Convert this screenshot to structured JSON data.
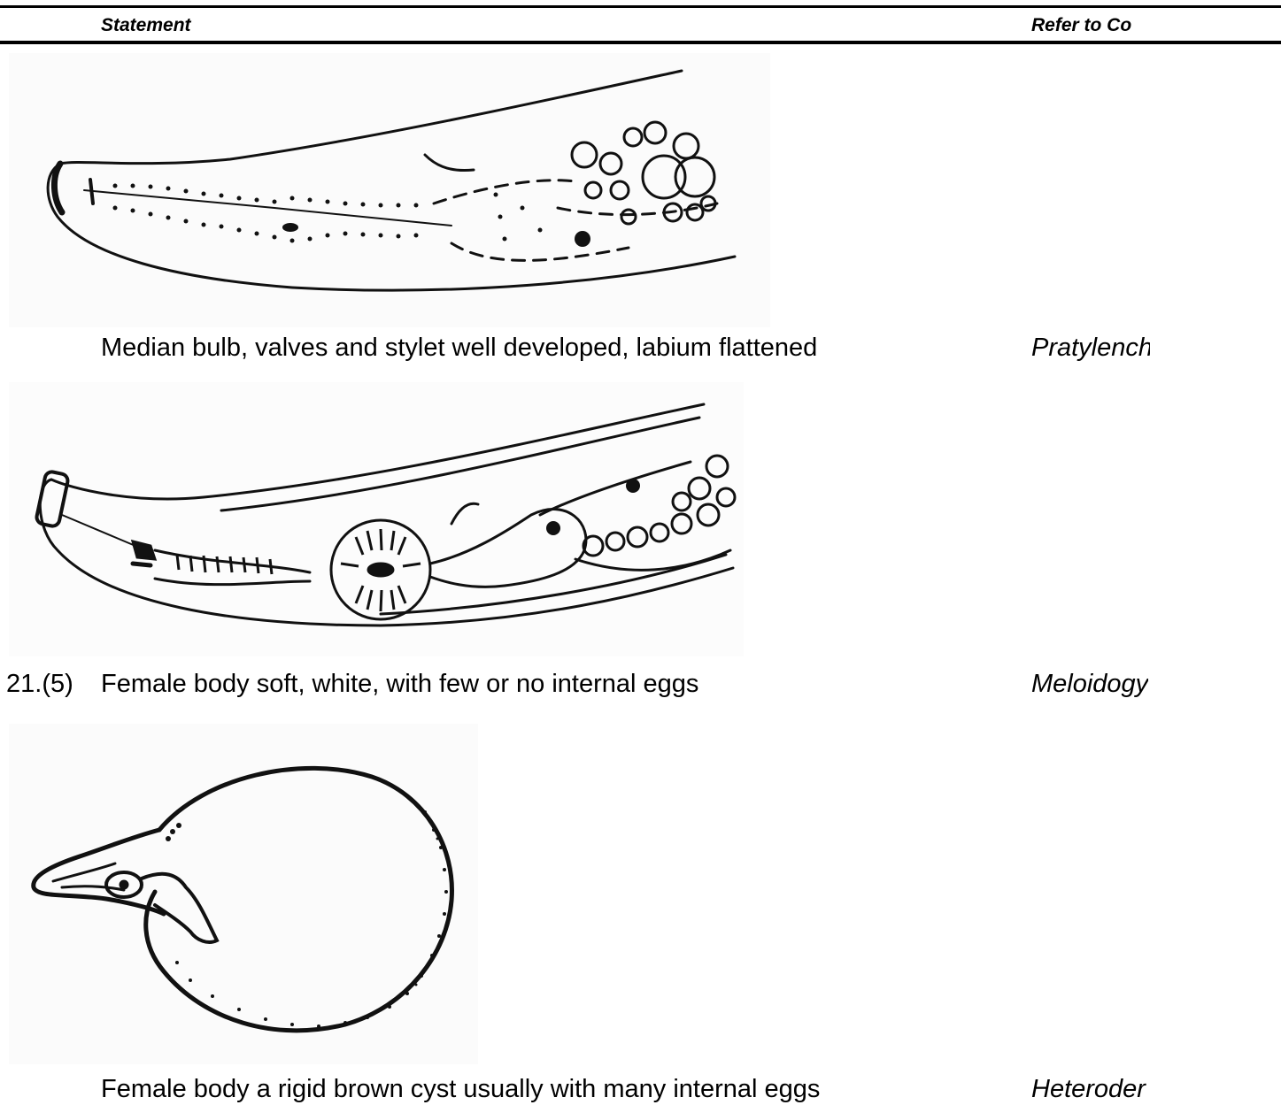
{
  "header": {
    "statement_label": "Statement",
    "refer_label": "Refer to Co"
  },
  "rows": [
    {
      "number": "",
      "statement": "Median bulb, valves and stylet well developed, labium flattened",
      "refer": "Pratylench"
    },
    {
      "number": "21.(5)",
      "statement": "Female body soft, white, with few or no internal eggs",
      "refer": "Meloidogy"
    },
    {
      "number": "",
      "statement": "Female body a rigid brown cyst usually with many internal eggs",
      "refer": "Heteroder"
    }
  ],
  "figures": [
    {
      "icon": "nematode-anterior-dotted-drawing"
    },
    {
      "icon": "nematode-anterior-median-bulb-drawing"
    },
    {
      "icon": "cyst-female-body-drawing"
    }
  ]
}
